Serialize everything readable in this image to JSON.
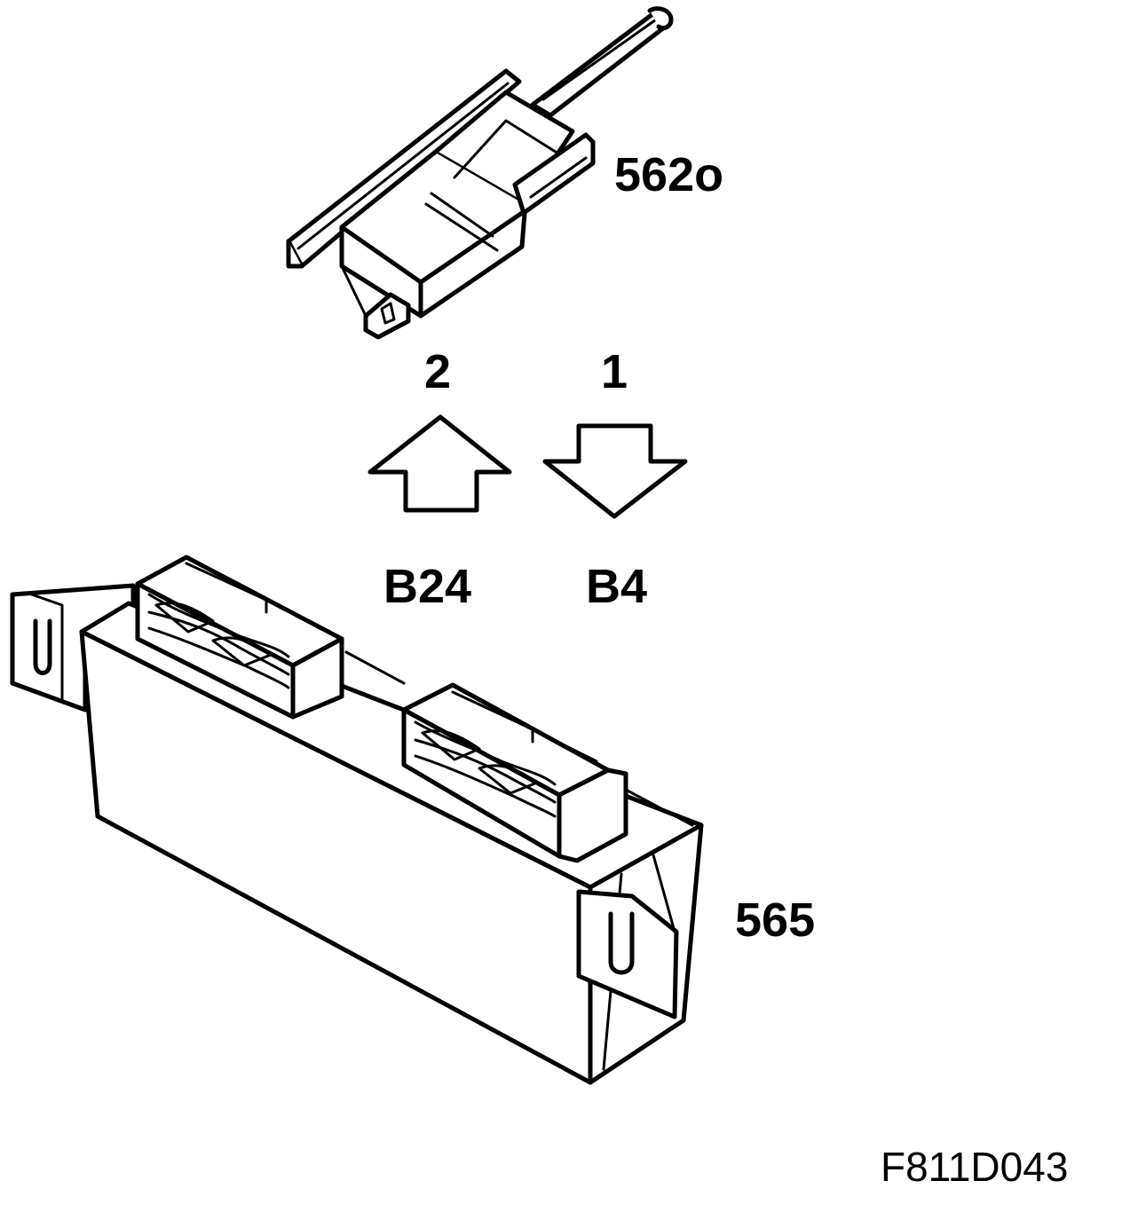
{
  "labels": {
    "sensor": "562o",
    "pin_2": "2",
    "pin_1": "1",
    "connector_b24": "B24",
    "connector_b4": "B4",
    "module": "565",
    "figure_code": "F811D043"
  }
}
